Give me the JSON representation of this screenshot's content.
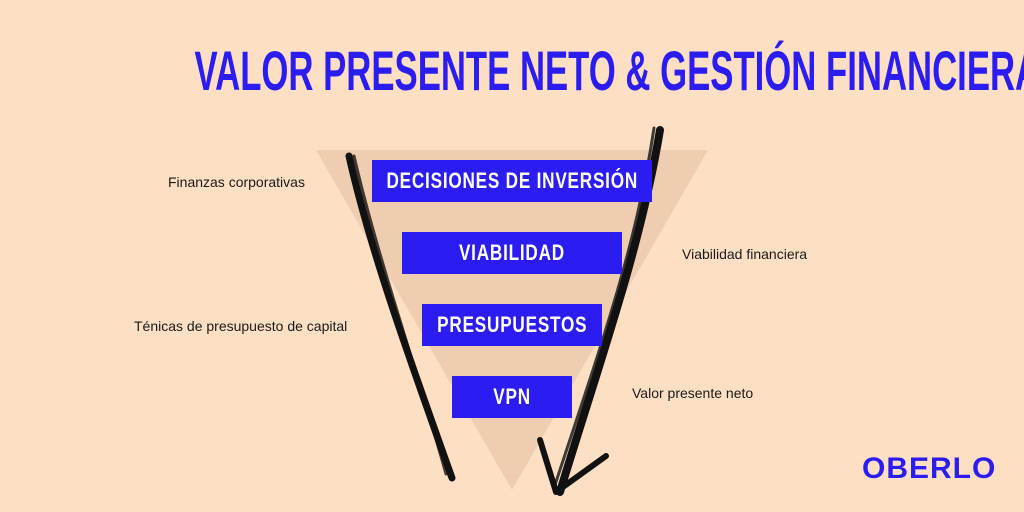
{
  "title": "VALOR PRESENTE NETO & GESTIÓN FINANCIERA",
  "levels": [
    {
      "label": "DECISIONES DE INVERSIÓN",
      "note": "Finanzas corporativas"
    },
    {
      "label": "VIABILIDAD",
      "note": "Viabilidad financiera"
    },
    {
      "label": "PRESUPUESTOS",
      "note": "Ténicas de presupuesto de capital"
    },
    {
      "label": "VPN",
      "note": "Valor presente neto"
    }
  ],
  "brand": "OBERLO",
  "colors": {
    "background": "#fde0c4",
    "accent": "#2b1cf2",
    "funnel": "#efcdb0",
    "stroke": "#111111"
  }
}
